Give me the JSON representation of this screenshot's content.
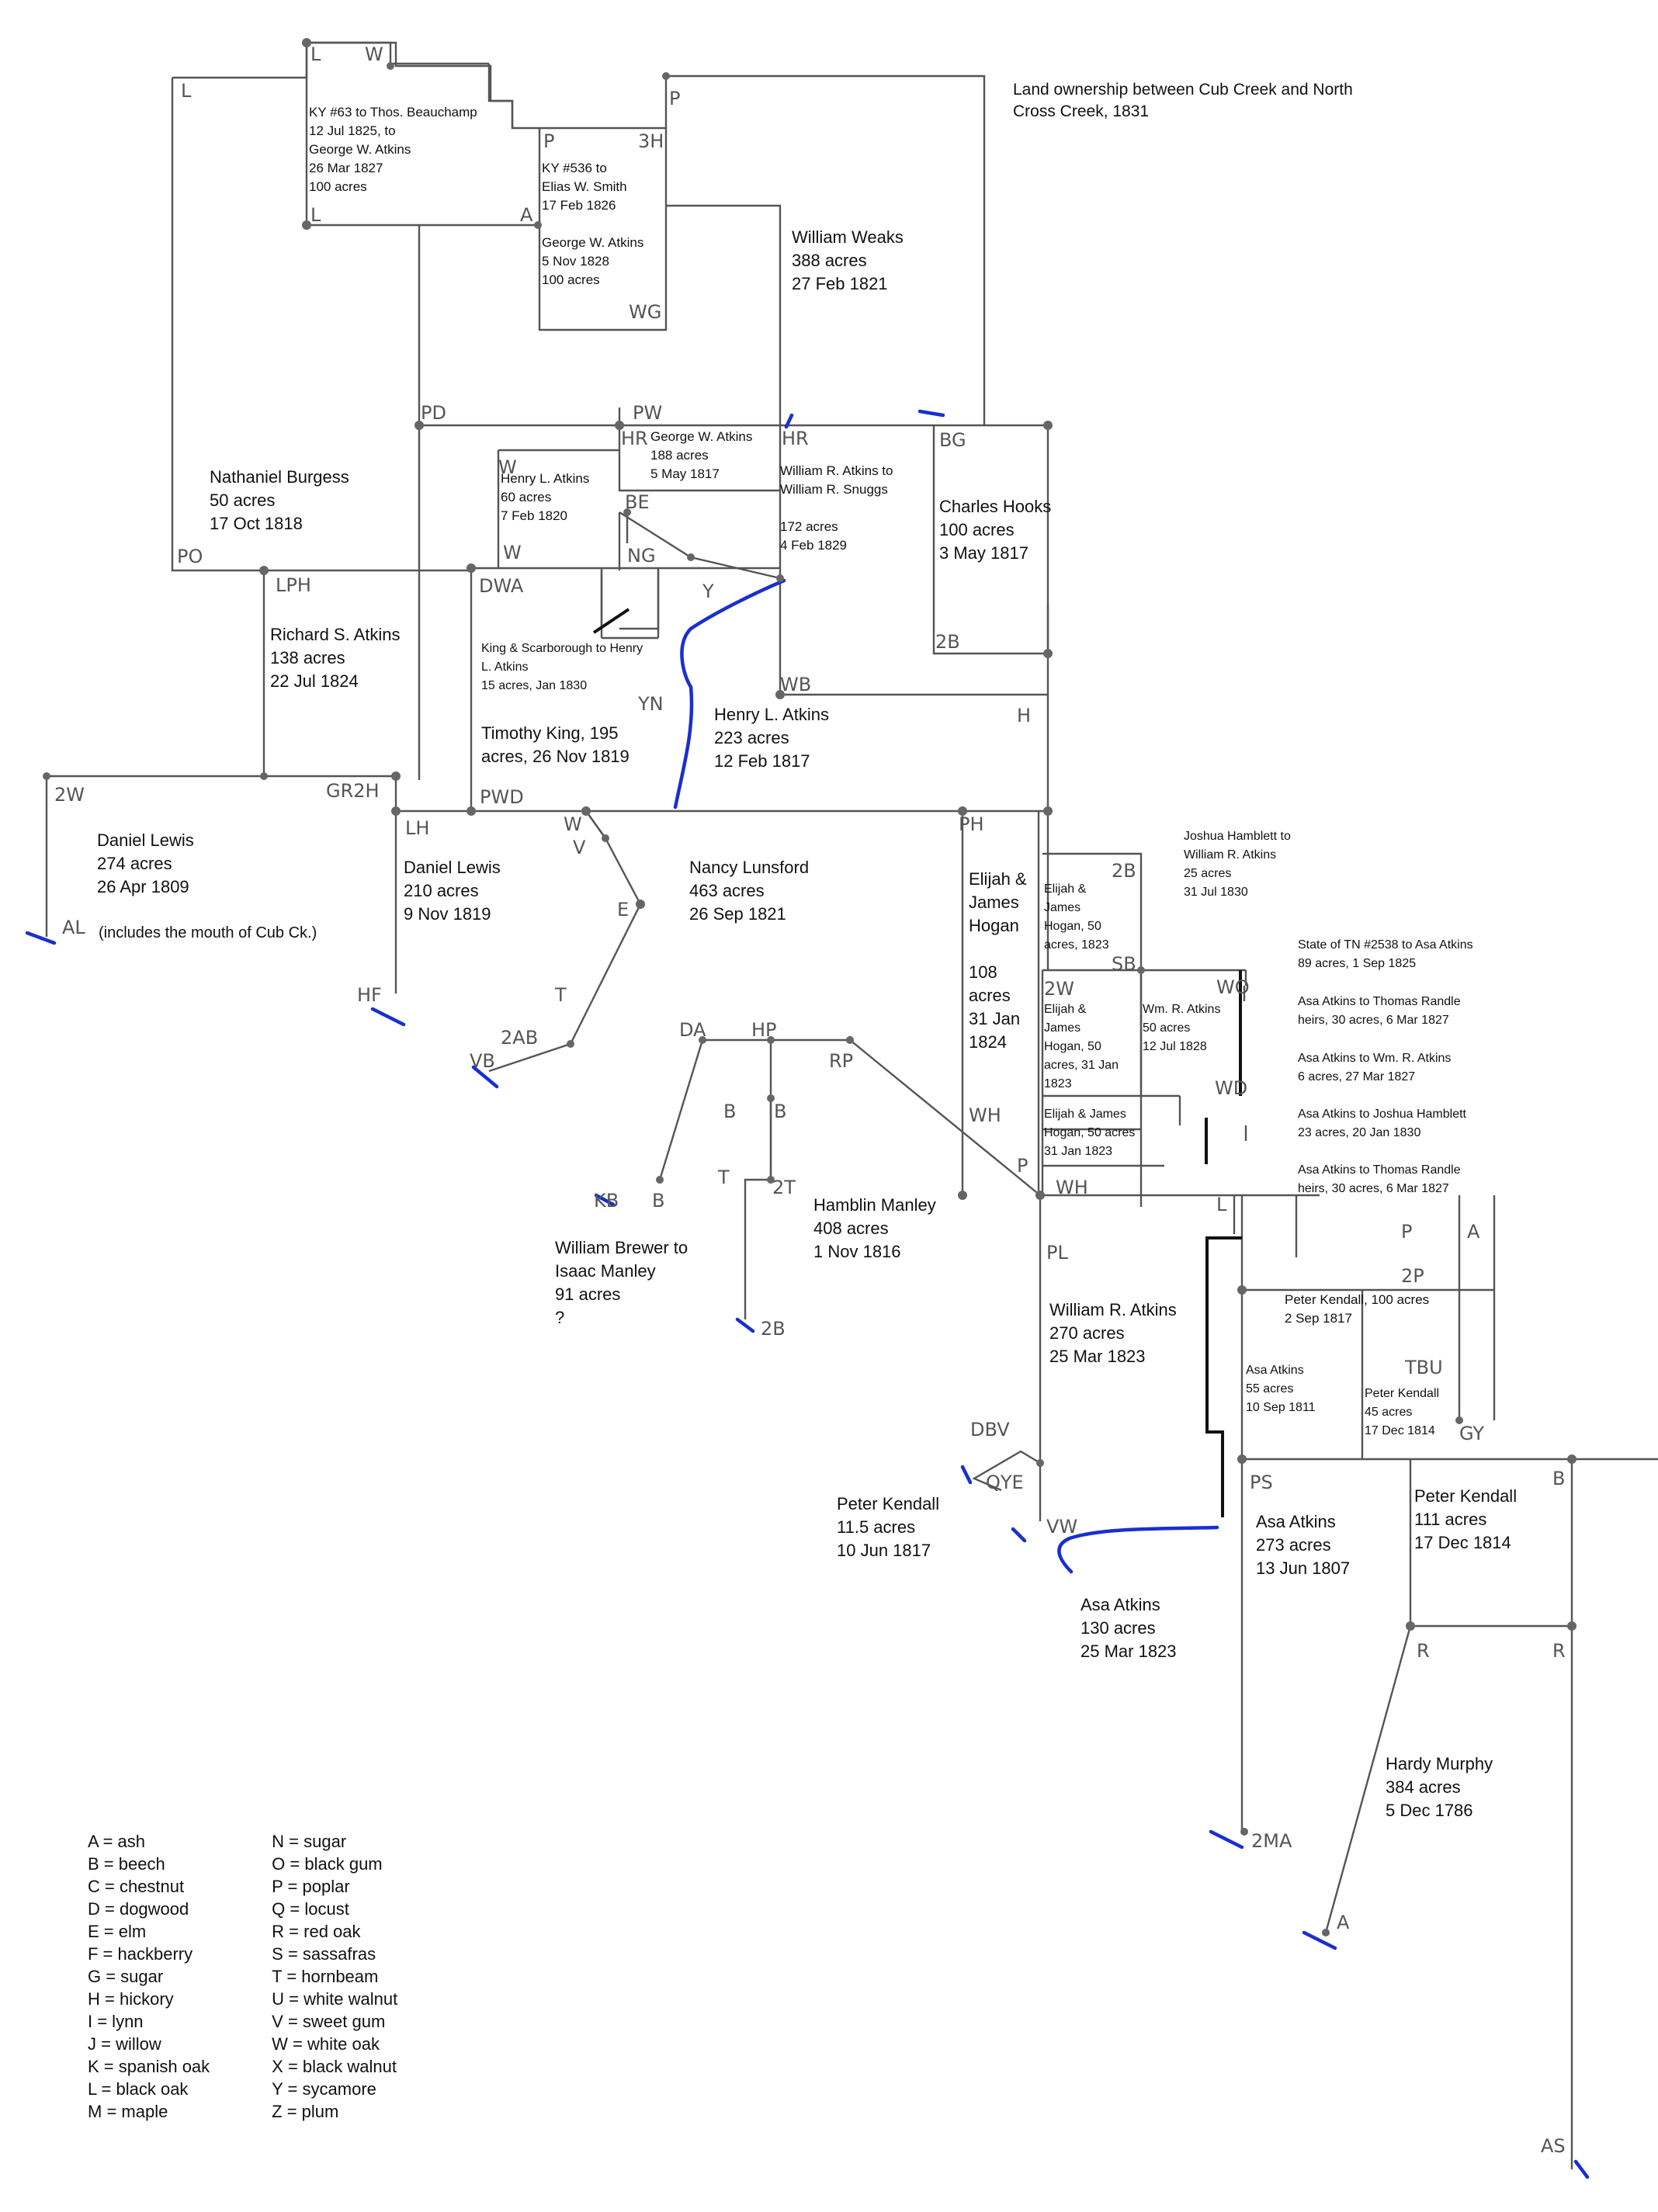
{
  "title": "Land ownership between Cub Creek and North Cross Creek, 1831",
  "tracts": [
    {
      "id": "ky63",
      "lines": [
        "KY #63 to Thos. Beauchamp",
        "12 Jul 1825, to",
        "George W. Atkins",
        "26 Mar 1827",
        "100 acres"
      ]
    },
    {
      "id": "ky536",
      "lines": [
        "KY #536 to",
        "Elias W. Smith",
        "17 Feb 1826"
      ]
    },
    {
      "id": "gwa1828",
      "lines": [
        "George W. Atkins",
        "5 Nov 1828",
        "100 acres"
      ]
    },
    {
      "id": "weaks",
      "lines": [
        "William Weaks",
        "388 acres",
        "27 Feb 1821"
      ]
    },
    {
      "id": "burgess",
      "lines": [
        "Nathaniel Burgess",
        "50 acres",
        "17 Oct 1818"
      ]
    },
    {
      "id": "hla60",
      "lines": [
        "Henry L. Atkins",
        "60 acres",
        "7 Feb 1820"
      ]
    },
    {
      "id": "gwa188",
      "lines": [
        "George W. Atkins",
        "188 acres",
        "5 May 1817"
      ]
    },
    {
      "id": "wra172",
      "lines": [
        "William R. Atkins to",
        "William R. Snuggs",
        "",
        "172 acres",
        "4 Feb 1829"
      ]
    },
    {
      "id": "hooks",
      "lines": [
        "Charles Hooks",
        "100 acres",
        "3 May 1817"
      ]
    },
    {
      "id": "rsa",
      "lines": [
        "Richard S. Atkins",
        "138 acres",
        "22 Jul 1824"
      ]
    },
    {
      "id": "king_scar",
      "lines": [
        "King & Scarborough to Henry",
        "L. Atkins",
        "15 acres, Jan 1830"
      ]
    },
    {
      "id": "tking",
      "lines": [
        "Timothy King, 195",
        "acres, 26 Nov 1819"
      ]
    },
    {
      "id": "hla223",
      "lines": [
        "Henry L. Atkins",
        "223 acres",
        "12 Feb 1817"
      ]
    },
    {
      "id": "lewis274",
      "lines": [
        "Daniel Lewis",
        "274 acres",
        "26 Apr 1809"
      ]
    },
    {
      "id": "lewis210",
      "lines": [
        "Daniel Lewis",
        "210 acres",
        "9 Nov 1819"
      ]
    },
    {
      "id": "lunsford",
      "lines": [
        "Nancy Lunsford",
        "463 acres",
        "26 Sep 1821"
      ]
    },
    {
      "id": "hogan108",
      "lines": [
        "Elijah &",
        "James",
        "Hogan",
        "",
        "108",
        "acres",
        "31 Jan",
        "1824"
      ]
    },
    {
      "id": "hogan50a",
      "lines": [
        "Elijah &",
        "James",
        "Hogan, 50",
        "acres, 1823"
      ]
    },
    {
      "id": "hogan50b",
      "lines": [
        "Elijah &",
        "James",
        "Hogan, 50",
        "acres, 31 Jan",
        "1823"
      ]
    },
    {
      "id": "wra50",
      "lines": [
        "Wm. R. Atkins",
        "50 acres",
        "12 Jul 1828"
      ]
    },
    {
      "id": "hogan50c",
      "lines": [
        "Elijah & James",
        "Hogan, 50 acres",
        "31 Jan 1823"
      ]
    },
    {
      "id": "hamblett",
      "lines": [
        "Joshua Hamblett to",
        "William R. Atkins",
        "25 acres",
        "31 Jul 1830"
      ]
    },
    {
      "id": "tn2538",
      "lines": [
        "State of TN #2538 to Asa Atkins",
        "89 acres, 1 Sep 1825"
      ]
    },
    {
      "id": "randle1",
      "lines": [
        "Asa Atkins to Thomas Randle",
        "heirs, 30 acres, 6 Mar 1827"
      ]
    },
    {
      "id": "aa_wra",
      "lines": [
        "Asa Atkins to Wm. R. Atkins",
        "6 acres, 27 Mar 1827"
      ]
    },
    {
      "id": "aa_jh",
      "lines": [
        "Asa Atkins to Joshua Hamblett",
        "23 acres, 20 Jan 1830"
      ]
    },
    {
      "id": "randle2",
      "lines": [
        "Asa Atkins to Thomas Randle",
        "heirs, 30 acres, 6 Mar 1827"
      ]
    },
    {
      "id": "brewer",
      "lines": [
        "William Brewer to",
        "Isaac Manley",
        "91 acres",
        "?"
      ]
    },
    {
      "id": "manley",
      "lines": [
        "Hamblin Manley",
        "408 acres",
        "1 Nov 1816"
      ]
    },
    {
      "id": "wra270",
      "lines": [
        "William R. Atkins",
        "270 acres",
        "25 Mar 1823"
      ]
    },
    {
      "id": "pk100",
      "lines": [
        "Peter Kendall, 100 acres",
        "2 Sep 1817"
      ]
    },
    {
      "id": "aa55",
      "lines": [
        "Asa Atkins",
        "55 acres",
        "10 Sep 1811"
      ]
    },
    {
      "id": "pk45",
      "lines": [
        "Peter Kendall",
        "45 acres",
        "17 Dec 1814"
      ]
    },
    {
      "id": "pk115",
      "lines": [
        "Peter Kendall",
        "11.5 acres",
        "10 Jun 1817"
      ]
    },
    {
      "id": "aa273",
      "lines": [
        "Asa Atkins",
        "273 acres",
        "13 Jun 1807"
      ]
    },
    {
      "id": "pk111",
      "lines": [
        "Peter Kendall",
        "111 acres",
        "17 Dec 1814"
      ]
    },
    {
      "id": "aa130",
      "lines": [
        "Asa Atkins",
        "130 acres",
        "25 Mar 1823"
      ]
    },
    {
      "id": "murphy",
      "lines": [
        "Hardy Murphy",
        "384 acres",
        "5 Dec 1786"
      ]
    }
  ],
  "corner_labels": [
    "L",
    "W",
    "L",
    "P",
    "3H",
    "A",
    "L",
    "P",
    "WG",
    "PD",
    "PW",
    "W",
    "W",
    "HR",
    "BE",
    "NG",
    "HR",
    "BG",
    "PO",
    "LPH",
    "DWA",
    "Y",
    "2B",
    "WB",
    "H",
    "YN",
    "2W",
    "GR2H",
    "LH",
    "PWD",
    "W",
    "V",
    "PH",
    "AL",
    "E",
    "2B",
    "SB",
    "2W",
    "WO",
    "WD",
    "HF",
    "T",
    "2AB",
    "VB",
    "DA",
    "HP",
    "RP",
    "B",
    "B",
    "T",
    "2T",
    "WH",
    "P",
    "WH",
    "L",
    "KB",
    "B",
    "P",
    "A",
    "2P",
    "PL",
    "2B",
    "TBU",
    "GY",
    "DBV",
    "QYE",
    "PS",
    "B",
    "VW",
    "R",
    "R",
    "2MA",
    "A",
    "AS"
  ],
  "mouth_note": "(includes the mouth of Cub Ck.)",
  "legend": {
    "col1": [
      "A = ash",
      "B = beech",
      "C = chestnut",
      "D = dogwood",
      "E = elm",
      "F = hackberry",
      "G = sugar",
      "H = hickory",
      "I = lynn",
      "J = willow",
      "K = spanish oak",
      "L = black oak",
      "M = maple"
    ],
    "col2": [
      "N = sugar",
      "O = black gum",
      "P = poplar",
      "Q = locust",
      "R = red oak",
      "S = sassafras",
      "T = hornbeam",
      "U = white walnut",
      "V = sweet gum",
      "W = white oak",
      "X = black walnut",
      "Y = sycamore",
      "Z = plum"
    ]
  }
}
